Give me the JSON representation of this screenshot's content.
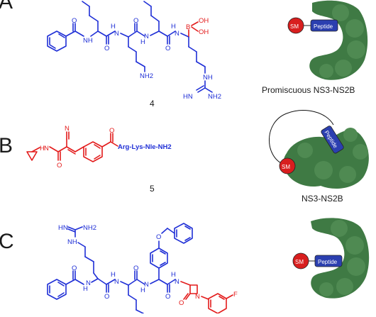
{
  "panels": [
    {
      "letter": "A",
      "compound": "4",
      "protein_label": "Promiscuous  NS3-NS2B",
      "sm_label": "SM",
      "peptide_label": "Peptide",
      "atoms": {
        "O1": "O",
        "NH1": "NH",
        "NH2": "NH",
        "NH3": "NH",
        "O2": "O",
        "O3": "O",
        "O4": "O",
        "B": "B",
        "OH1": "OH",
        "OH2": "OH",
        "NH2a": "NH2",
        "NHb": "NH",
        "HN": "HN",
        "NH2b": "NH2",
        "H1": "H",
        "H2": "H",
        "H3": "H",
        "N1": "N",
        "N2": "N",
        "N3": "N"
      }
    },
    {
      "letter": "B",
      "compound": "5",
      "protein_label": "NS3-NS2B",
      "sm_label": "SM",
      "peptide_label": "Peptide",
      "atoms": {
        "N": "N",
        "H": "H",
        "N2": "N",
        "O1": "O",
        "O2": "O",
        "peptide": "Arg-Lys-Nle-NH2"
      }
    },
    {
      "letter": "C",
      "sm_label": "SM",
      "peptide_label": "Peptide",
      "atoms": {
        "HN": "HN",
        "NH2": "NH2",
        "NH": "NH",
        "O1": "O",
        "O2": "O",
        "O3": "O",
        "O4": "O",
        "O5": "O",
        "H1": "H",
        "H2": "H",
        "H3": "H",
        "H4": "H",
        "N1": "N",
        "N2": "N",
        "N3": "N",
        "N4": "N",
        "NR": "N",
        "F": "F",
        "OR": "O"
      }
    }
  ],
  "colors": {
    "peptide_blue": "#1f2fd6",
    "warhead_red": "#e31b1b",
    "protein_green": "#3f7a44",
    "sm_red": "#d81e1e",
    "peptide_box": "#2b3fb0"
  }
}
